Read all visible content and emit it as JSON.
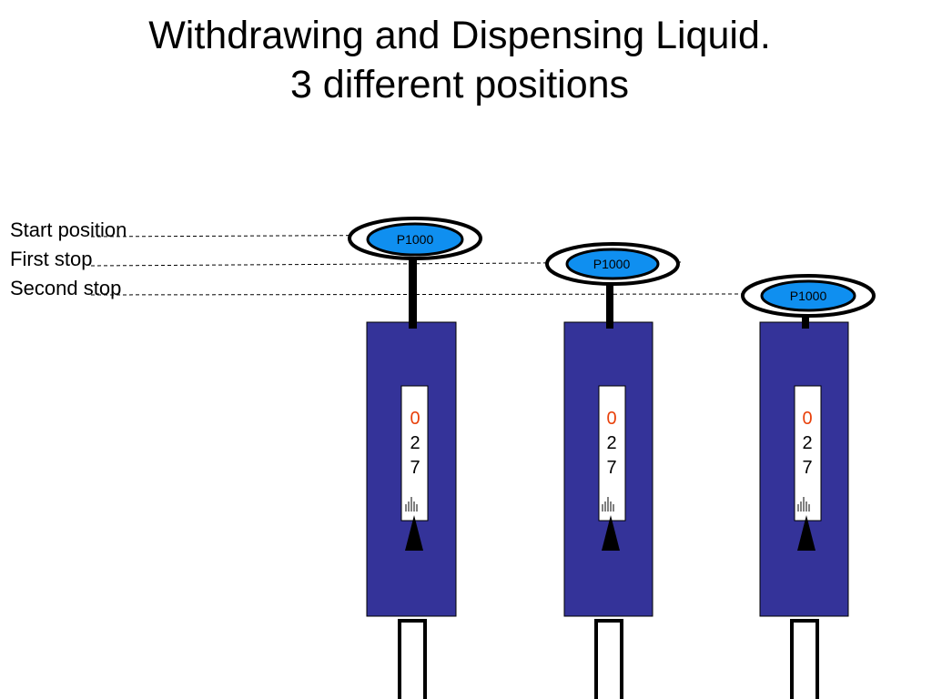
{
  "title": {
    "line1": "Withdrawing and Dispensing Liquid.",
    "line2": "3 different positions"
  },
  "positions": {
    "start": "Start position",
    "first": "First stop",
    "second": "Second stop"
  },
  "pipettes": [
    {
      "model": "P1000",
      "state": "start",
      "digits": [
        "0",
        "2",
        "7"
      ]
    },
    {
      "model": "P1000",
      "state": "first",
      "digits": [
        "0",
        "2",
        "7"
      ]
    },
    {
      "model": "P1000",
      "state": "second",
      "digits": [
        "0",
        "2",
        "7"
      ]
    }
  ],
  "colors": {
    "body": "#343399",
    "plunger_button": "#0f8ff0",
    "first_digit": "#e8400a",
    "digits": "#000000"
  }
}
